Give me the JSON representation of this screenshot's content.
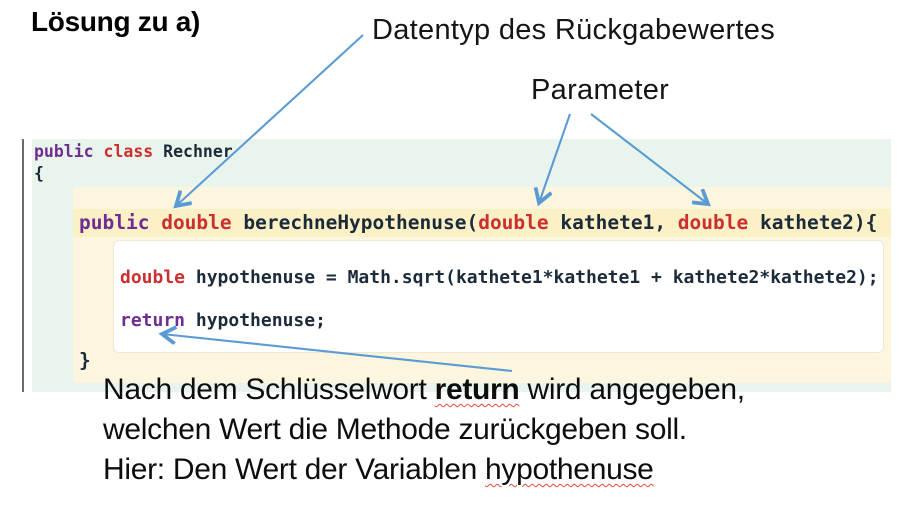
{
  "slide_title": "Lösung zu a)",
  "labels": {
    "return_type": "Datentyp des Rückgabewertes",
    "parameter": "Parameter"
  },
  "explanation": {
    "line1_pre": "Nach dem Schlüsselwort ",
    "line1_keyword": "return",
    "line1_post": " wird angegeben,",
    "line2": "welchen Wert die Methode zurückgeben soll.",
    "line3_pre": "Hier: Den Wert der Variablen ",
    "line3_term": "hypothenuse"
  },
  "code": {
    "lines": [
      {
        "tokens": [
          {
            "t": "public",
            "r": "kw1"
          },
          {
            "t": " "
          },
          {
            "t": "class",
            "r": "kw2"
          },
          {
            "t": " Rechner"
          }
        ]
      },
      {
        "tokens": [
          {
            "t": "{"
          }
        ]
      },
      {
        "tokens": [
          {
            "t": "public",
            "r": "kw1"
          },
          {
            "t": " "
          },
          {
            "t": "double",
            "r": "kw2"
          },
          {
            "t": " berechneHypothenuse("
          },
          {
            "t": "double",
            "r": "kw2"
          },
          {
            "t": " kathete1, "
          },
          {
            "t": "double",
            "r": "kw2"
          },
          {
            "t": " kathete2){"
          }
        ]
      },
      {
        "tokens": [
          {
            "t": "double",
            "r": "kw2"
          },
          {
            "t": " hypothenuse = Math.sqrt(kathete1*kathete1 + kathete2*kathete2);"
          }
        ]
      },
      {
        "tokens": [
          {
            "t": "return",
            "r": "kw1"
          },
          {
            "t": " hypothenuse;"
          }
        ]
      },
      {
        "tokens": [
          {
            "t": "}"
          }
        ]
      }
    ]
  },
  "colors": {
    "arrow_blue": "#5b9bd5",
    "keyword_purple": "#6f2c91",
    "keyword_red": "#cc2f2f",
    "code_plain": "#1c2b3a",
    "editor_green_bg": "#e9f4ec",
    "method_yellow_bg": "#fbf6dd",
    "signature_yellow_bg": "#fbf0c6",
    "squiggle_red": "#e8493f"
  }
}
